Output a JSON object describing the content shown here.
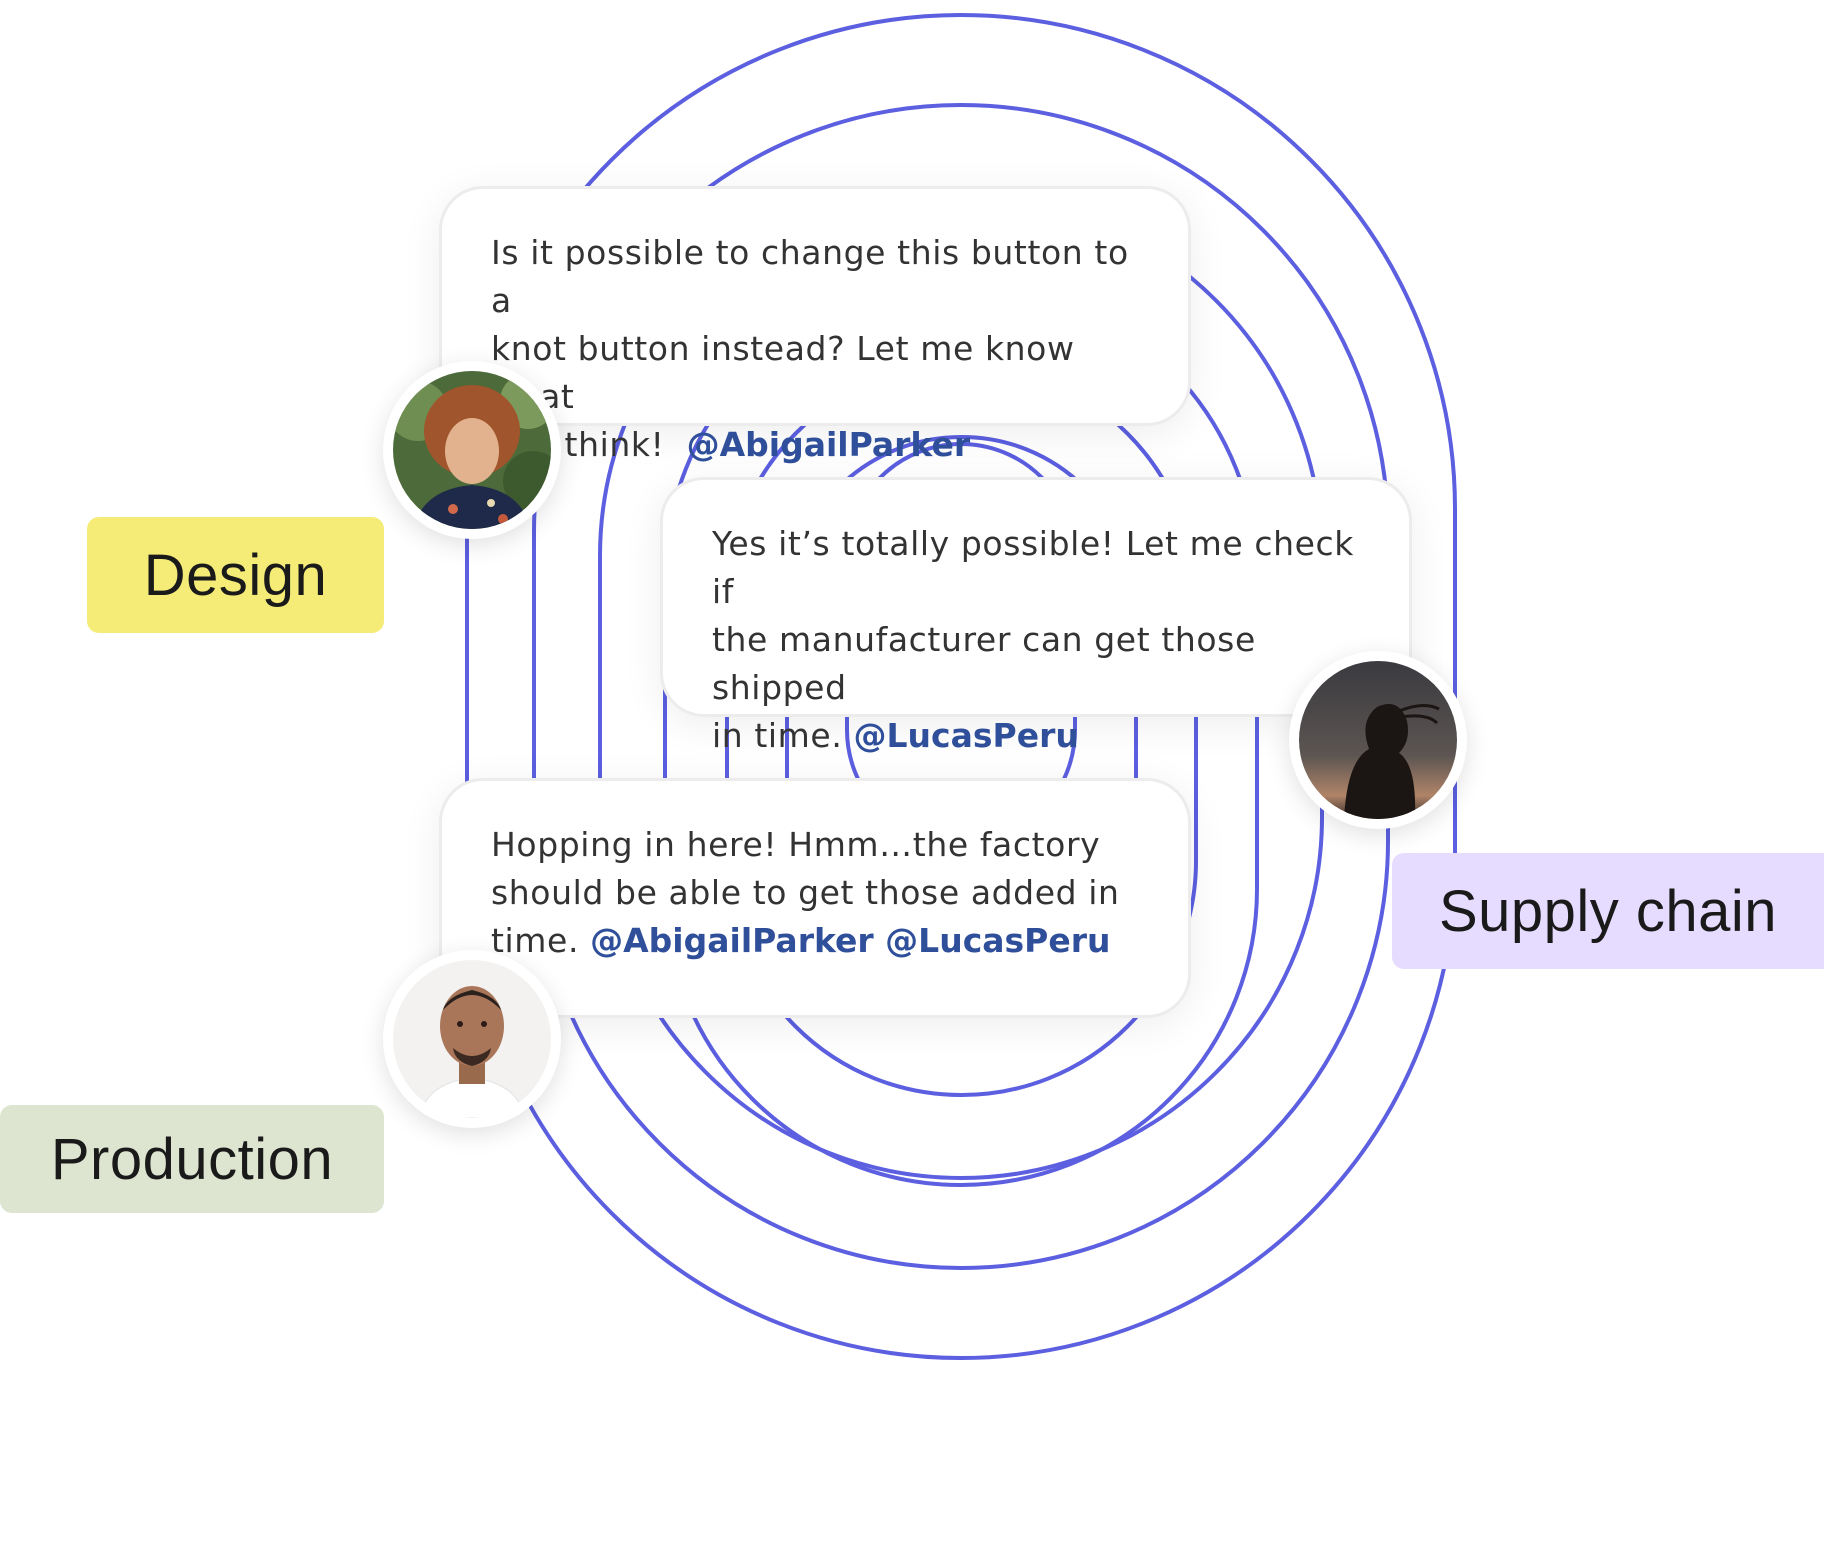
{
  "colors": {
    "ring_stroke": "#5b5fe0",
    "mention": "#2f4f9b",
    "tag_design_bg": "#f5ec78",
    "tag_supply_bg": "#e6dcff",
    "tag_production_bg": "#dde5d0"
  },
  "messages": [
    {
      "text_lines": [
        "Is it possible to change this button to a",
        "knot button instead? Let me know what",
        "you think!  "
      ],
      "mentions": "@AbigailParker",
      "avatar": "curly-haired-man-avatar"
    },
    {
      "text_lines": [
        "Yes it’s totally possible! Let me check if",
        "the manufacturer can get those shipped",
        "in time. "
      ],
      "mentions": "@LucasPeru",
      "avatar": "woman-silhouette-avatar"
    },
    {
      "text_lines": [
        "Hopping in here! Hmm…the factory",
        "should be able to get those added in",
        "time. "
      ],
      "mentions": "@AbigailParker @LucasPeru",
      "avatar": "bald-man-avatar"
    }
  ],
  "tags": {
    "design": "Design",
    "supply_chain": "Supply chain",
    "production": "Production"
  }
}
